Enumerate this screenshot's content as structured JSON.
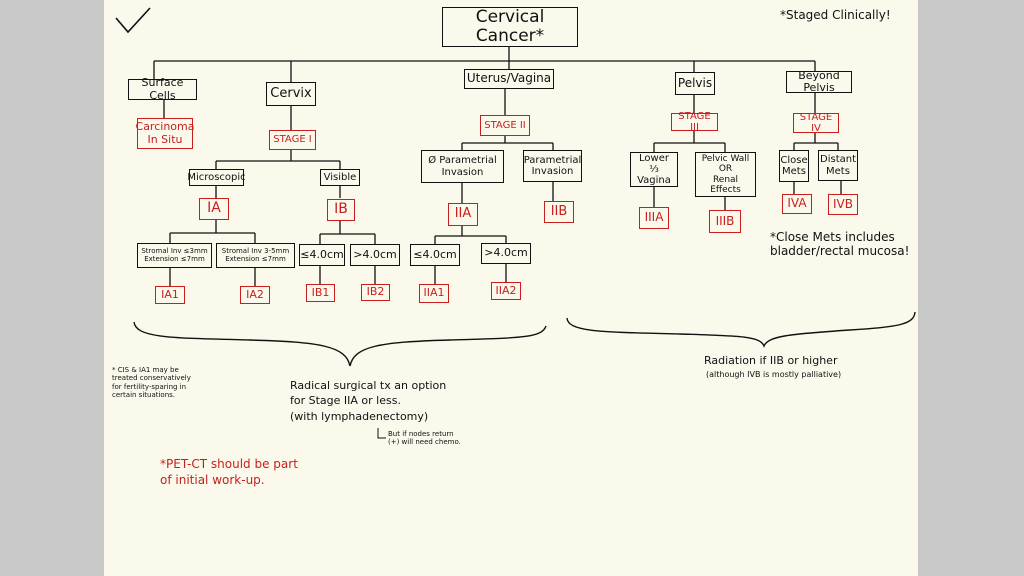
{
  "title": "Cervical Cancer*",
  "staged_note": "*Staged Clinically!",
  "checkmark": "check-mark",
  "colors": {
    "paper": "#fbf9ec",
    "ink": "#111111",
    "stage_red": "#c81e1e",
    "background": "#c8c8c8"
  },
  "categories": {
    "surface": "Surface Cells",
    "cervix": "Cervix",
    "uterus": "Uterus/Vagina",
    "pelvis": "Pelvis",
    "beyond": "Beyond Pelvis"
  },
  "cis": "Carcinoma\nIn Situ",
  "stage1": "STAGE I",
  "stage2": "STAGE II",
  "stage3": "STAGE III",
  "stage4": "STAGE IV",
  "microscopic": "Microscopic",
  "visible": "Visible",
  "param_invasion_none": "Ø Parametrial\nInvasion",
  "param_invasion": "Parametrial\nInvasion",
  "lower_vagina": "Lower ⅓\nVagina",
  "pelvic_wall": "Pelvic Wall\nOR\nRenal Effects",
  "close_mets": "Close\nMets",
  "distant_mets": "Distant\nMets",
  "ia": "IA",
  "ib": "IB",
  "iia": "IIA",
  "iib": "IIB",
  "iiia": "IIIA",
  "iiib": "IIIB",
  "iva": "IVA",
  "ivb": "IVB",
  "stromal1": "Stromal Inv ≤3mm\nExtension ≤7mm",
  "stromal2": "Stromal Inv 3-5mm\nExtension ≤7mm",
  "ib_le": "≤4.0cm",
  "ib_gt": ">4.0cm",
  "iia_le": "≤4.0cm",
  "iia_gt": ">4.0cm",
  "ia1": "IA1",
  "ia2": "IA2",
  "ib1": "IB1",
  "ib2": "IB2",
  "iia1": "IIA1",
  "iia2": "IIA2",
  "close_mets_note": "*Close Mets includes\nbladder/rectal mucosa!",
  "cis_note": "* CIS & IA1 may be\ntreated conservatively\nfor fertility-sparing in\ncertain situations.",
  "surgical_note": "Radical surgical tx an option\nfor Stage IIA or less.\n(with lymphadenectomy)",
  "nodes_note": "But if nodes return\n(+) will need chemo.",
  "radiation_note": "Radiation if IIB or higher",
  "radiation_sub": "(although IVB is mostly palliative)",
  "petct_note": "*PET-CT should be part\nof initial work-up."
}
